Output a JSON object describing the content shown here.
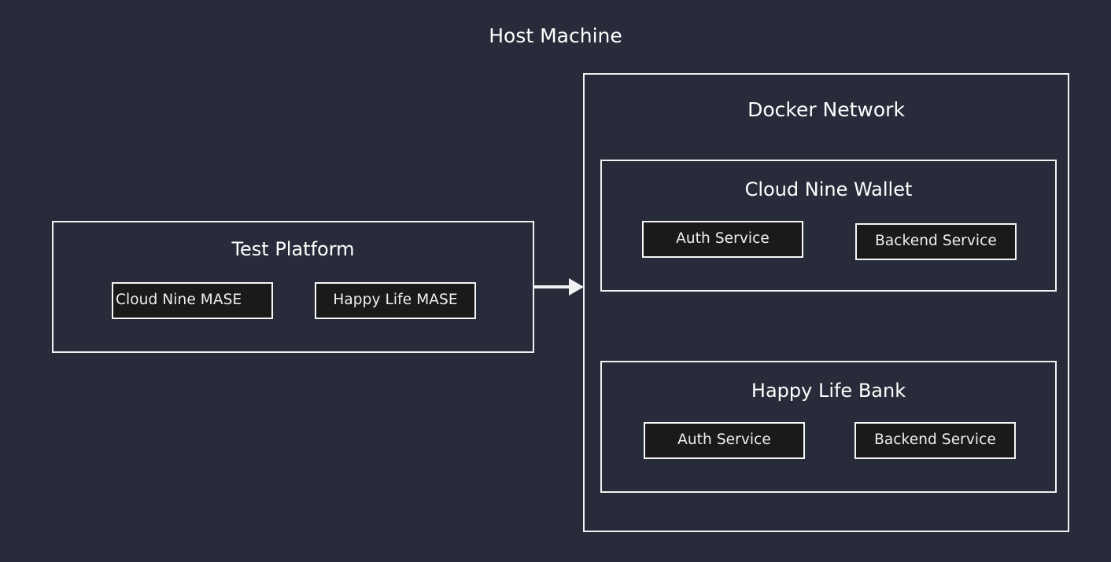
{
  "diagram": {
    "title": "Host Machine",
    "background_color": "#282c3a",
    "stroke_color": "#f2f2f2",
    "leaf_fill_color": "#1a1a1a",
    "text_color": "#ffffff",
    "test_platform": {
      "title": "Test Platform",
      "services": [
        {
          "label": "Cloud Nine MASE"
        },
        {
          "label": "Happy Life MASE"
        }
      ]
    },
    "connector": {
      "name": "arrow-test-platform-to-docker-network",
      "direction": "right"
    },
    "docker_network": {
      "title": "Docker Network",
      "groups": [
        {
          "title": "Cloud Nine Wallet",
          "services": [
            {
              "label": "Auth Service"
            },
            {
              "label": "Backend Service"
            }
          ]
        },
        {
          "title": "Happy Life Bank",
          "services": [
            {
              "label": "Auth Service"
            },
            {
              "label": "Backend Service"
            }
          ]
        }
      ]
    }
  }
}
